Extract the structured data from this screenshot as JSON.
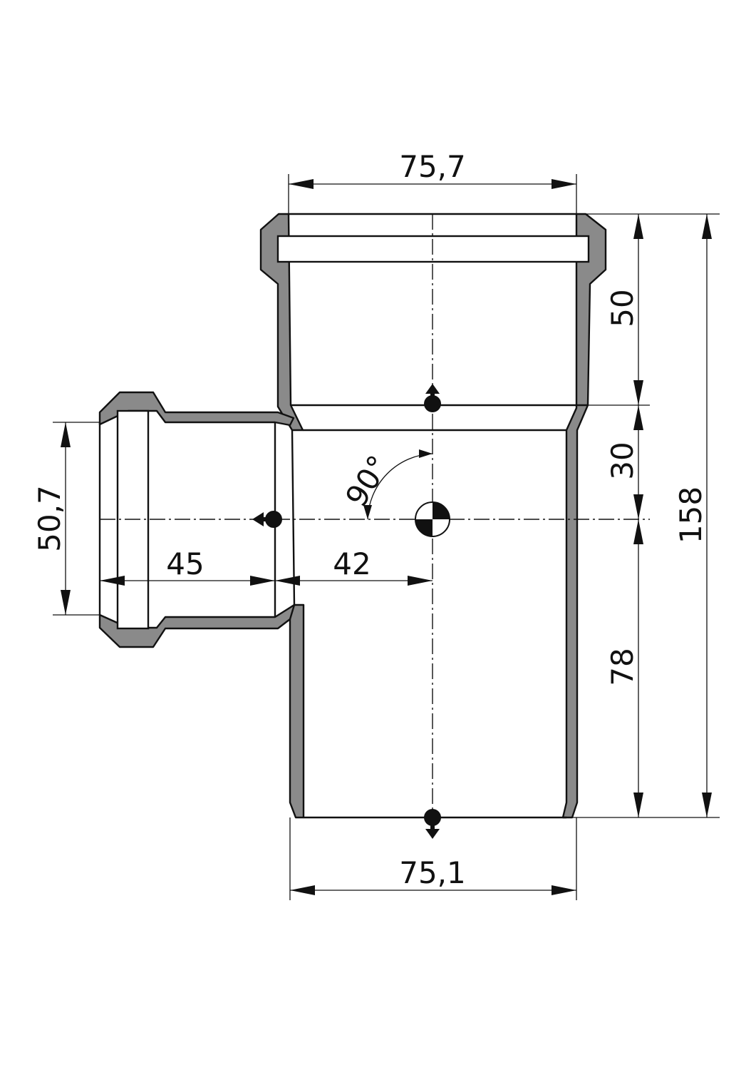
{
  "drawing": {
    "dimensions": {
      "socket_width_top": "75,7",
      "spigot_width_bottom": "75,1",
      "branch_socket_diameter": "50,7",
      "branch_socket_length": "45",
      "branch_offset": "42",
      "socket_depth": "50",
      "transition_length": "30",
      "lower_length": "78",
      "overall_height": "158",
      "branch_angle": "90°"
    }
  }
}
